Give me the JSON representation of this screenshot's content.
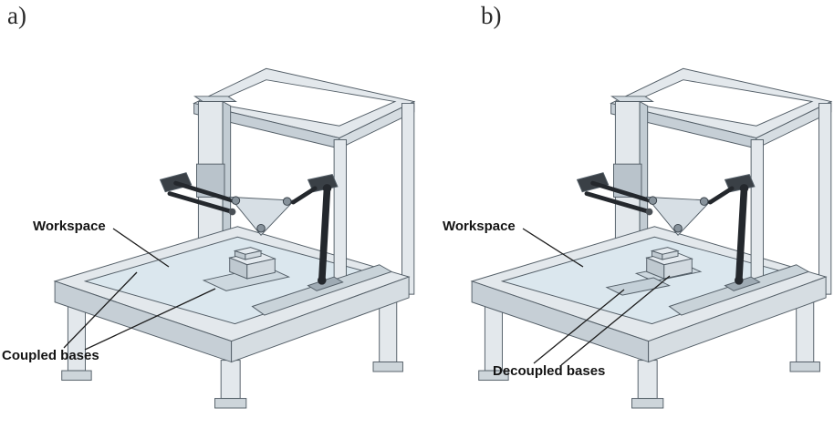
{
  "figure": {
    "panels": [
      {
        "tag": "a)",
        "workspace_label": "Workspace",
        "bases_label": "Coupled bases",
        "bases_type": "coupled"
      },
      {
        "tag": "b)",
        "workspace_label": "Workspace",
        "bases_label": "Decoupled bases",
        "bases_type": "decoupled"
      }
    ],
    "colors": {
      "background": "#ffffff",
      "frame_fill": "#e3e8ec",
      "frame_edge": "#535e67",
      "workspace_plate": "#dbe7ee",
      "arm_dark": "#24282d",
      "label_text": "#141414"
    }
  }
}
